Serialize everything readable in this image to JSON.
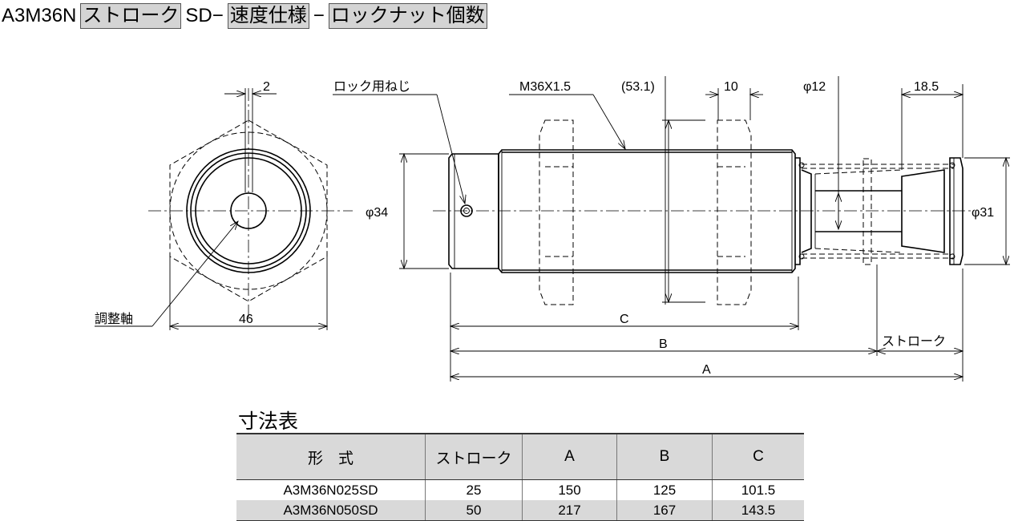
{
  "title": {
    "prefix": "A3M36N",
    "stroke_box": "ストローク",
    "mid": "SD−",
    "speed_box": "速度仕様",
    "dash": "−",
    "locknut_box": "ロックナット個数"
  },
  "drawing": {
    "dim_2": "2",
    "dim_46": "46",
    "adjust_shaft": "調整軸",
    "lock_screw": "ロック用ねじ",
    "thread": "M36X1.5",
    "dim_53_1": "(53.1)",
    "dim_10": "10",
    "dim_phi12": "φ12",
    "dim_18_5": "18.5",
    "dim_phi34": "φ34",
    "dim_phi31": "φ31",
    "dim_C": "C",
    "dim_B": "B",
    "dim_A": "A",
    "dim_stroke": "ストローク"
  },
  "table": {
    "title": "寸法表",
    "headers": [
      "形　式",
      "ストローク",
      "A",
      "B",
      "C"
    ],
    "rows": [
      [
        "A3M36N025SD",
        "25",
        "150",
        "125",
        "101.5"
      ],
      [
        "A3M36N050SD",
        "50",
        "217",
        "167",
        "143.5"
      ]
    ]
  }
}
